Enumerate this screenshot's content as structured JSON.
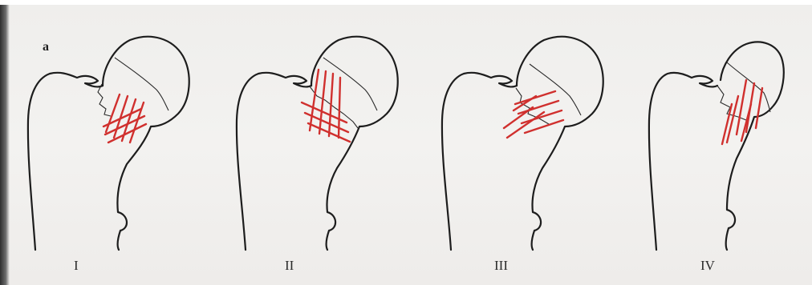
{
  "figure": {
    "panel_label": "a",
    "stages": [
      {
        "label": "I"
      },
      {
        "label": "II"
      },
      {
        "label": "III"
      },
      {
        "label": "IV"
      }
    ]
  }
}
